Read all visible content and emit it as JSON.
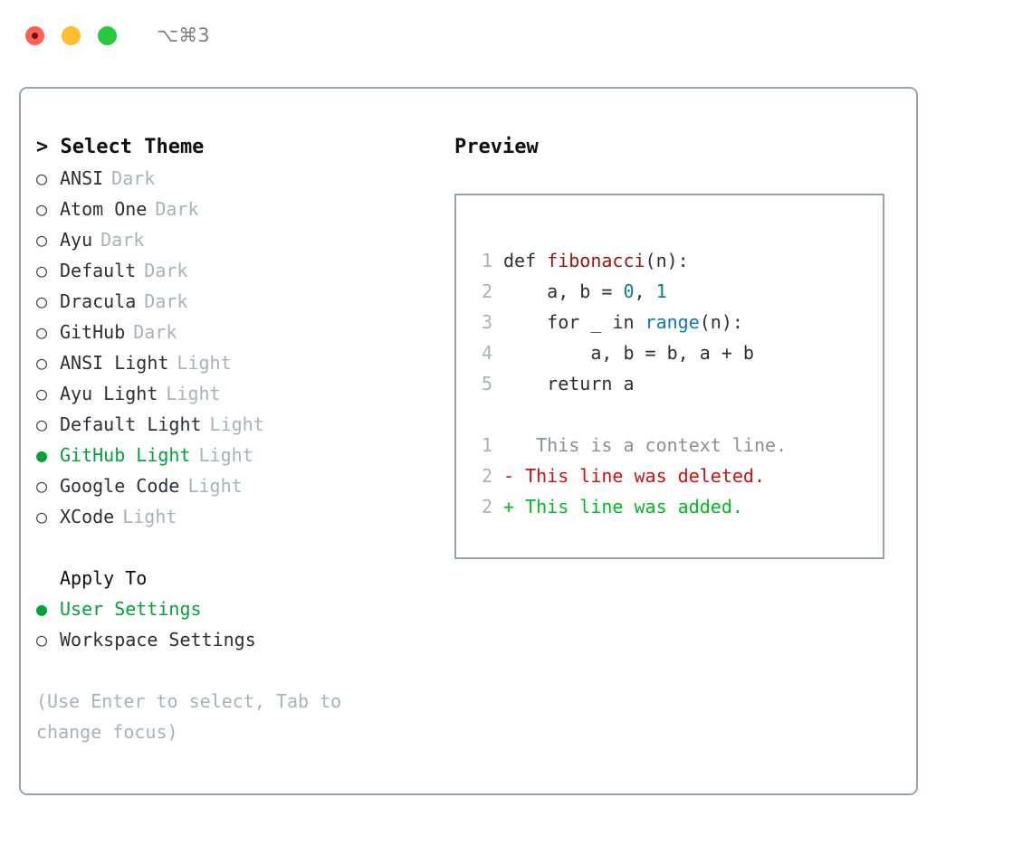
{
  "window": {
    "shortcut_hint": "⌥⌘3",
    "traffic_lights": [
      {
        "name": "close",
        "color": "#ff5f57"
      },
      {
        "name": "minimize",
        "color": "#febc2e"
      },
      {
        "name": "zoom",
        "color": "#28c840"
      }
    ]
  },
  "left_pane": {
    "title": "> Select Theme",
    "themes": [
      {
        "marker": "○",
        "label": "ANSI",
        "tag": "Dark",
        "selected": false
      },
      {
        "marker": "○",
        "label": "Atom One",
        "tag": "Dark",
        "selected": false
      },
      {
        "marker": "○",
        "label": "Ayu",
        "tag": "Dark",
        "selected": false
      },
      {
        "marker": "○",
        "label": "Default",
        "tag": "Dark",
        "selected": false
      },
      {
        "marker": "○",
        "label": "Dracula",
        "tag": "Dark",
        "selected": false
      },
      {
        "marker": "○",
        "label": "GitHub",
        "tag": "Dark",
        "selected": false
      },
      {
        "marker": "○",
        "label": "ANSI Light",
        "tag": "Light",
        "selected": false
      },
      {
        "marker": "○",
        "label": "Ayu Light",
        "tag": "Light",
        "selected": false
      },
      {
        "marker": "○",
        "label": "Default Light",
        "tag": "Light",
        "selected": false
      },
      {
        "marker": "●",
        "label": "GitHub Light",
        "tag": "Light",
        "selected": true
      },
      {
        "marker": "○",
        "label": "Google Code",
        "tag": "Light",
        "selected": false
      },
      {
        "marker": "○",
        "label": "XCode",
        "tag": "Light",
        "selected": false
      }
    ],
    "apply_to_heading": "Apply To",
    "apply_to_options": [
      {
        "marker": "●",
        "label": "User Settings",
        "selected": true
      },
      {
        "marker": "○",
        "label": "Workspace Settings",
        "selected": false
      }
    ],
    "hint": "(Use Enter to select, Tab to change focus)"
  },
  "right_pane": {
    "title": "Preview",
    "code_lines": [
      {
        "number": "1",
        "tokens": [
          {
            "text": "def ",
            "kind": "plain"
          },
          {
            "text": "fibonacci",
            "kind": "fn"
          },
          {
            "text": "(n):",
            "kind": "plain"
          }
        ]
      },
      {
        "number": "2",
        "tokens": [
          {
            "text": "    a, b = ",
            "kind": "plain"
          },
          {
            "text": "0",
            "kind": "num"
          },
          {
            "text": ", ",
            "kind": "plain"
          },
          {
            "text": "1",
            "kind": "num"
          }
        ]
      },
      {
        "number": "3",
        "tokens": [
          {
            "text": "    for _ in ",
            "kind": "plain"
          },
          {
            "text": "range",
            "kind": "call"
          },
          {
            "text": "(n):",
            "kind": "plain"
          }
        ]
      },
      {
        "number": "4",
        "tokens": [
          {
            "text": "        a, b = b, a + b",
            "kind": "plain"
          }
        ]
      },
      {
        "number": "5",
        "tokens": [
          {
            "text": "    return a",
            "kind": "plain"
          }
        ]
      }
    ],
    "diff_lines": [
      {
        "number": "1",
        "sign": " ",
        "text": "  This is a context line.",
        "kind": "ctx"
      },
      {
        "number": "2",
        "sign": "-",
        "text": " This line was deleted.",
        "kind": "del"
      },
      {
        "number": "2",
        "sign": "+",
        "text": " This line was added.",
        "kind": "add"
      }
    ]
  },
  "colors": {
    "accent_green": "#04a03c",
    "muted_gray": "#a8b2bd",
    "border": "#98a3b0",
    "diff_delete": "#cc1111",
    "diff_add": "#00bb22",
    "token_function": "#9c1212",
    "token_number": "#0b8080",
    "token_call": "#1178b8"
  }
}
